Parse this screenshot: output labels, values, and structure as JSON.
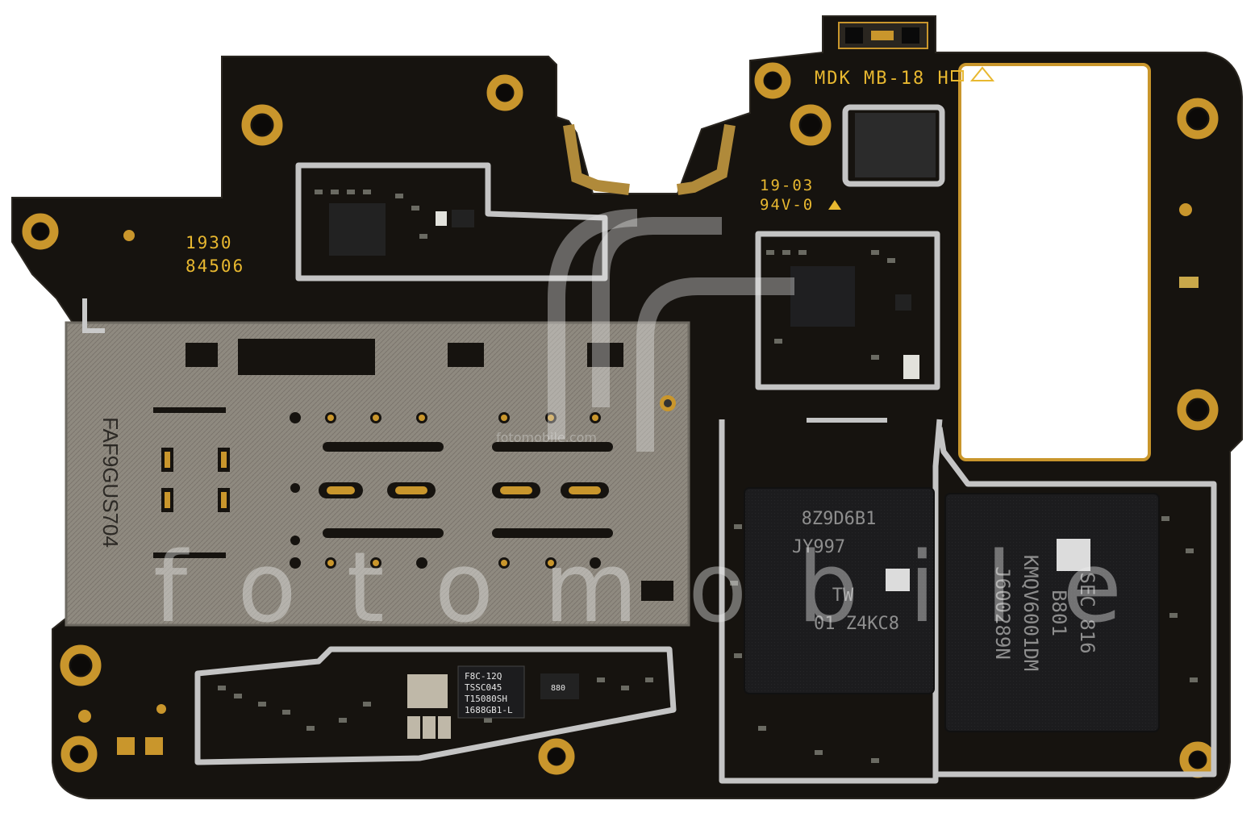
{
  "board": {
    "colors": {
      "pcb": "#16130f",
      "pcb_edge": "#2a2620",
      "gold": "#c9962c",
      "shield": "#b9b9b9",
      "tray": "#8f8a80",
      "chip": "#1d1d1f"
    },
    "silkscreen": {
      "model": "MDK MB-18 H",
      "date_code": "19-03",
      "flame_rating": "94V-0",
      "lot_year": "1930",
      "lot_number": "84506"
    },
    "sim_tray_code": "FAF9GUS704",
    "chips": {
      "ram": {
        "lines": [
          "8Z9D6B1",
          "JY997",
          "TW",
          "01 Z4KC8"
        ]
      },
      "storage": {
        "lines": [
          "SEC 816",
          "B801",
          "KMQV6001DM",
          "J600289N"
        ]
      },
      "pmic": {
        "lines": [
          "F8C-12Q",
          "TSSC045",
          "T15080SH",
          "1688GB1-L"
        ]
      },
      "small": {
        "label": "880"
      }
    },
    "watermark": {
      "text": "fotomobile",
      "small_text": "fotomobile.com"
    }
  }
}
